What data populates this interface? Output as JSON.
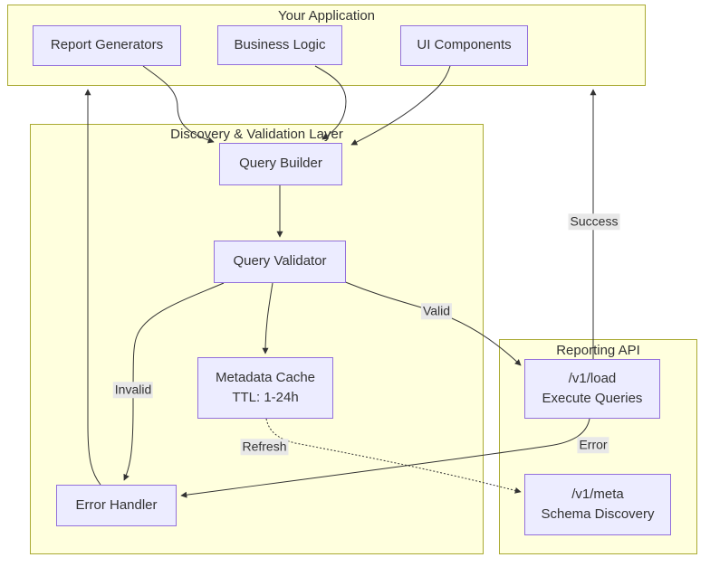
{
  "colors": {
    "cluster_fill": "#ffffde",
    "cluster_border": "#aaaa33",
    "node_fill": "#ECECFF",
    "node_border": "#9370DB",
    "edge_color": "#333333",
    "edge_label_bg": "#e8e8e8",
    "text_color": "#333333",
    "page_bg": "#ffffff"
  },
  "diagram": {
    "type": "flowchart",
    "clusters": {
      "your_application": {
        "label": "Your Application"
      },
      "discovery_validation": {
        "label": "Discovery & Validation Layer"
      },
      "reporting_api": {
        "label": "Reporting API"
      }
    },
    "nodes": {
      "report_generators": {
        "label": "Report Generators"
      },
      "business_logic": {
        "label": "Business Logic"
      },
      "ui_components": {
        "label": "UI Components"
      },
      "query_builder": {
        "label": "Query Builder"
      },
      "query_validator": {
        "label": "Query Validator"
      },
      "metadata_cache": {
        "label": "Metadata Cache",
        "sublabel": "TTL: 1-24h"
      },
      "error_handler": {
        "label": "Error Handler"
      },
      "v1_load": {
        "label": "/v1/load",
        "sublabel": "Execute Queries"
      },
      "v1_meta": {
        "label": "/v1/meta",
        "sublabel": "Schema Discovery"
      }
    },
    "edge_labels": {
      "valid": "Valid",
      "invalid": "Invalid",
      "success": "Success",
      "error": "Error",
      "refresh": "Refresh"
    },
    "edges": [
      {
        "from": "report_generators",
        "to": "query_builder",
        "style": "solid",
        "label": ""
      },
      {
        "from": "business_logic",
        "to": "query_builder",
        "style": "solid",
        "label": ""
      },
      {
        "from": "ui_components",
        "to": "query_builder",
        "style": "solid",
        "label": ""
      },
      {
        "from": "query_builder",
        "to": "query_validator",
        "style": "solid",
        "label": ""
      },
      {
        "from": "query_validator",
        "to": "metadata_cache",
        "style": "solid",
        "label": ""
      },
      {
        "from": "query_validator",
        "to": "v1_load",
        "style": "solid",
        "label": "Valid"
      },
      {
        "from": "query_validator",
        "to": "error_handler",
        "style": "solid",
        "label": "Invalid"
      },
      {
        "from": "v1_load",
        "to": "error_handler",
        "style": "solid",
        "label": "Error"
      },
      {
        "from": "metadata_cache",
        "to": "v1_meta",
        "style": "dotted",
        "label": "Refresh"
      },
      {
        "from": "error_handler",
        "to": "your_application",
        "style": "solid",
        "label": ""
      },
      {
        "from": "v1_load",
        "to": "your_application",
        "style": "solid",
        "label": "Success"
      }
    ]
  }
}
